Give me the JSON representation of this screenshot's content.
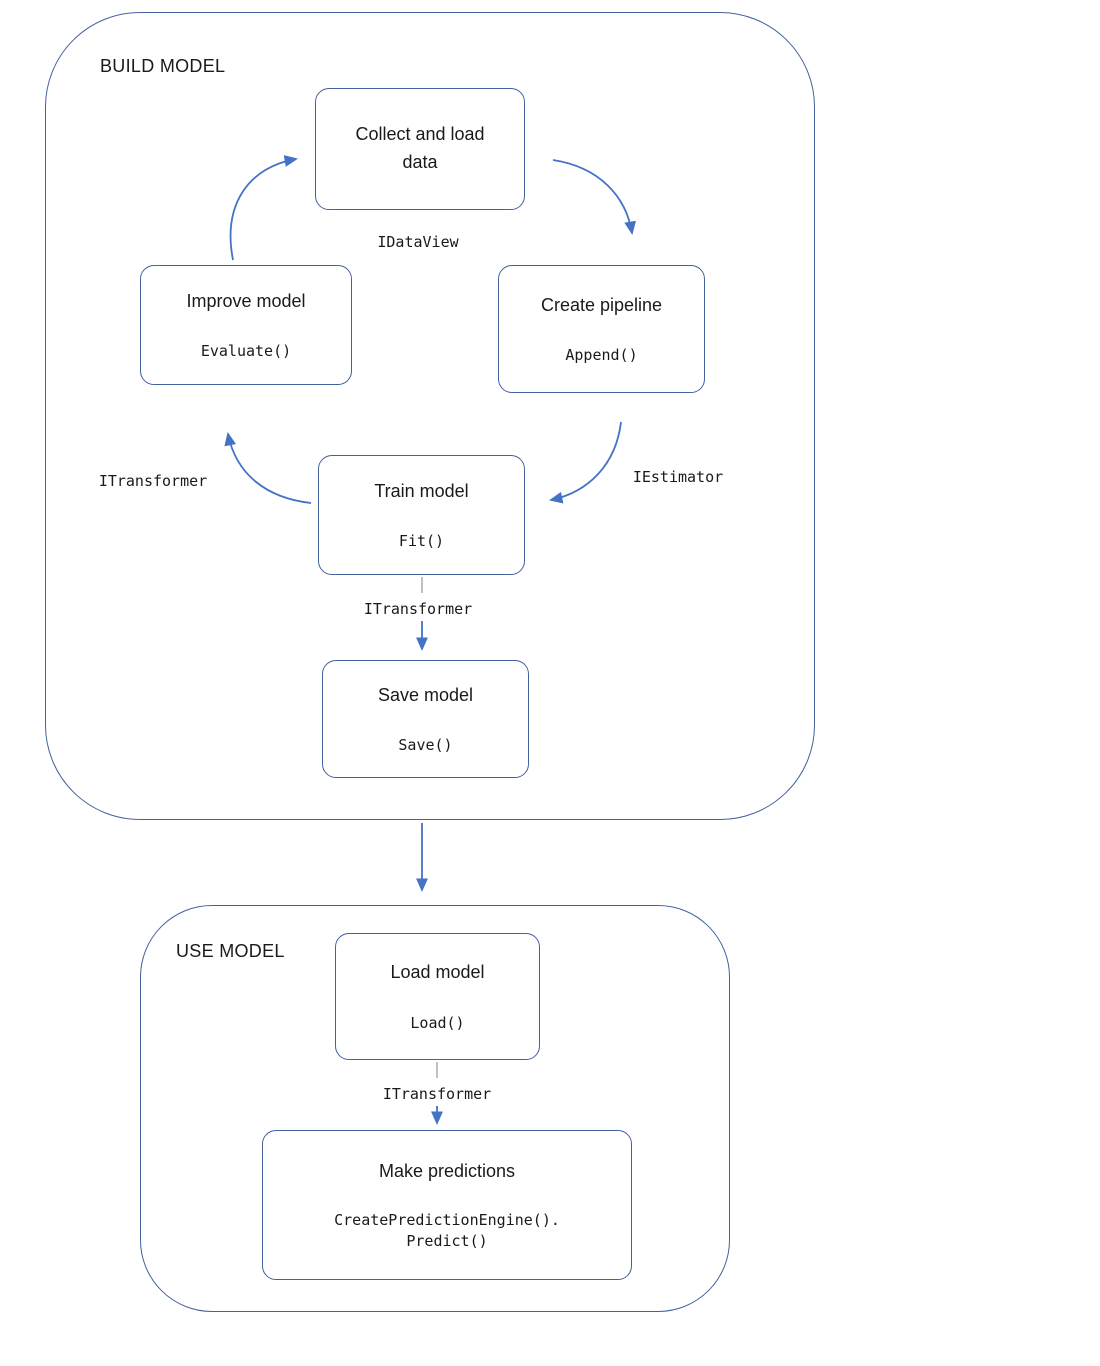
{
  "diagram": {
    "build_model": {
      "label": "BUILD MODEL",
      "nodes": {
        "collect": {
          "title": "Collect and load data"
        },
        "create_pipeline": {
          "title": "Create pipeline",
          "code": "Append()"
        },
        "improve": {
          "title": "Improve model",
          "code": "Evaluate()"
        },
        "train": {
          "title": "Train model",
          "code": "Fit()"
        },
        "save": {
          "title": "Save model",
          "code": "Save()"
        }
      },
      "edge_labels": {
        "idataview": "IDataView",
        "iestimator": "IEstimator",
        "itransformer_left": "ITransformer",
        "itransformer_mid": "ITransformer"
      }
    },
    "use_model": {
      "label": "USE MODEL",
      "nodes": {
        "load": {
          "title": "Load model",
          "code": "Load()"
        },
        "predict": {
          "title": "Make predictions",
          "code_line1": "CreatePredictionEngine().",
          "code_line2": "Predict()"
        }
      },
      "edge_labels": {
        "itransformer": "ITransformer"
      }
    },
    "colors": {
      "box_border": "#44619e",
      "arrow": "#4472c4",
      "tick": "#a6a6a6"
    }
  }
}
